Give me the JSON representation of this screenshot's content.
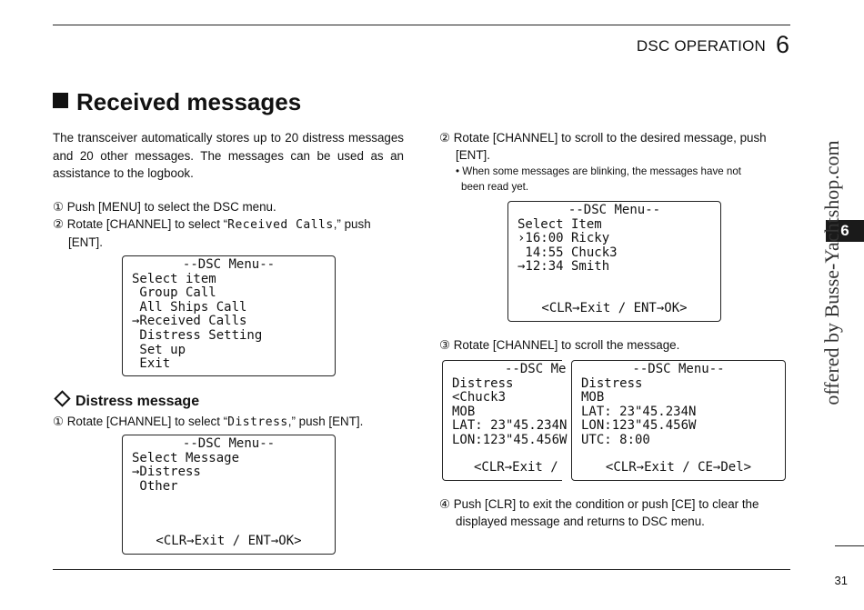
{
  "header": {
    "title": "DSC OPERATION",
    "chapter": "6"
  },
  "section_title": "Received messages",
  "intro": "The transceiver automatically stores up to 20 distress messages and 20 other messages. The messages can be used as an assistance to the logbook.",
  "left_steps": {
    "s1_num": "①",
    "s1_text": "Push [MENU] to select the DSC menu.",
    "s2_num": "②",
    "s2_pre": "Rotate [CHANNEL] to select “",
    "s2_lcd": "Received Calls",
    "s2_post": ",” push",
    "s2_cont": "[ENT]."
  },
  "lcd1": [
    "--DSC Menu--",
    "Select item",
    " Group Call",
    " All Ships Call",
    "→Received Calls",
    " Distress Setting",
    " Set up",
    " Exit"
  ],
  "distress": {
    "title": "Distress message",
    "s1_num": "①",
    "s1_pre": "Rotate [CHANNEL] to select “",
    "s1_lcd": "Distress",
    "s1_post": ",” push [ENT]."
  },
  "lcd2": {
    "lines": [
      "--DSC Menu--",
      "Select Message",
      "→Distress",
      " Other"
    ],
    "footer": "<CLR→Exit / ENT→OK>"
  },
  "right_steps": {
    "s2_num": "②",
    "s2_text": "Rotate [CHANNEL] to scroll to the desired message, push",
    "s2_cont": "[ENT].",
    "note_1": "• When some messages are blinking, the messages have not",
    "note_2": "been read yet.",
    "s3_num": "③",
    "s3_text": "Rotate [CHANNEL] to scroll the message.",
    "s4_num": "④",
    "s4_text": "Push [CLR] to exit the condition or push [CE] to clear the",
    "s4_cont": "displayed message and returns to DSC menu."
  },
  "lcd3": {
    "lines": [
      "--DSC Menu--",
      "Select Item",
      "›16:00 Ricky",
      " 14:55 Chuck3",
      "→12:34 Smith"
    ],
    "footer": "<CLR→Exit / ENT→OK>"
  },
  "lcd4": {
    "lines": [
      "--DSC Me",
      "Distress",
      "<Chuck3",
      "MOB",
      "LAT: 23\"45.234N",
      "LON:123\"45.456W"
    ],
    "footer": "<CLR→Exit /"
  },
  "lcd5": {
    "lines": [
      "--DSC Menu--",
      "Distress",
      "MOB",
      "LAT: 23\"45.234N",
      "LON:123\"45.456W",
      "UTC: 8:00"
    ],
    "footer": "<CLR→Exit / CE→Del>"
  },
  "side_tab": "6",
  "watermark": "offered by Busse-Yachtshop.com",
  "page_number": "31"
}
